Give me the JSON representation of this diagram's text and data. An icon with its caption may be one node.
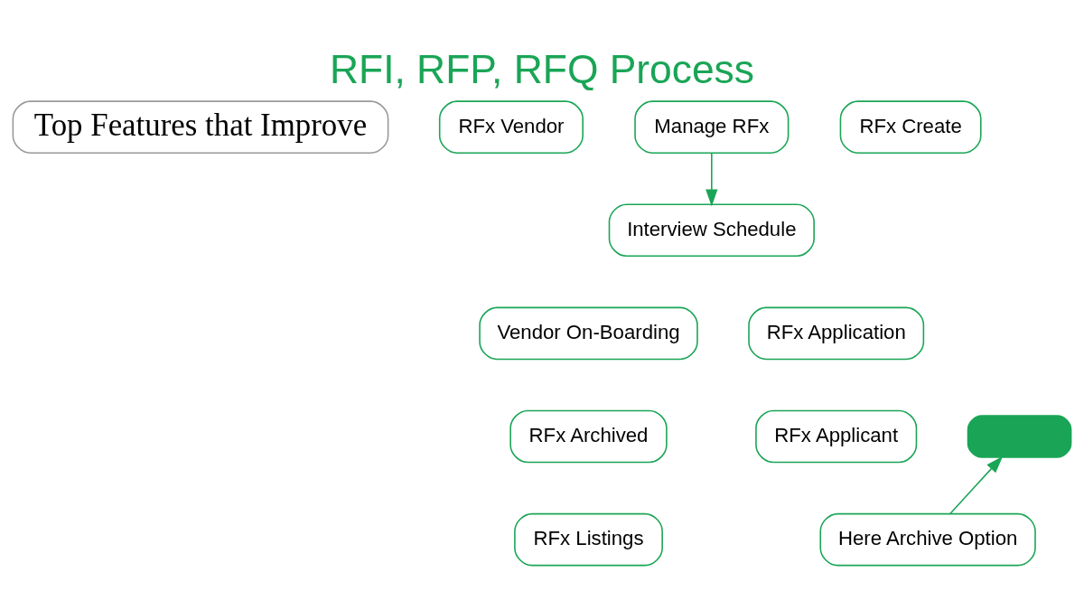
{
  "diagram": {
    "title": "RFI, RFP, RFQ Process",
    "nodes": [
      {
        "text": [
          "Top Features that Improve"
        ]
      },
      {
        "text": [
          "RFx Vendor"
        ]
      },
      {
        "text": [
          "Manage RFx"
        ]
      },
      {
        "text": [
          "RFx Create"
        ]
      },
      {
        "text": [
          "Interview Schedule"
        ]
      },
      {
        "text": [
          "Vendor On-Boarding"
        ]
      },
      {
        "text": [
          "RFx Application"
        ]
      },
      {
        "text": [
          "RFx Archived"
        ]
      },
      {
        "text": [],
        "shape": "box"
      },
      {
        "text": [
          "RFx Applicant"
        ]
      },
      {
        "text": [
          "RFx Listings"
        ]
      },
      {
        "text": [
          "Here Archive Option"
        ]
      }
    ],
    "edges": [
      {
        "from": 2,
        "to": 4,
        "arrow": "to"
      },
      {
        "from": 11,
        "to": 8,
        "arrow": "to"
      }
    ]
  }
}
